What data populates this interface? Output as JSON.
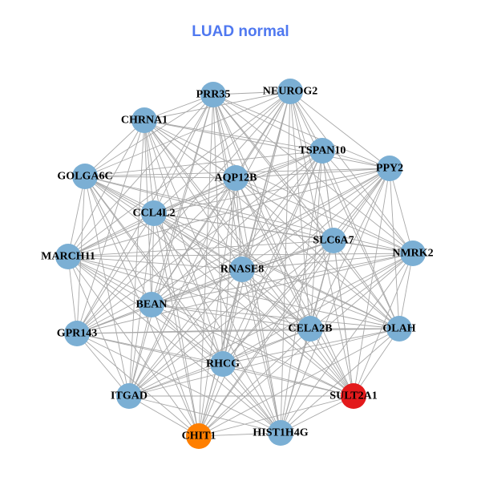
{
  "title": "LUAD normal",
  "colors": {
    "default_node": "#7bafd4",
    "edge": "#a8a8a8",
    "highlight_red": "#e31a1c",
    "highlight_orange": "#ff7f00",
    "title": "#4f78f0"
  },
  "nodes": [
    {
      "id": "PRR35",
      "color": "#7bafd4"
    },
    {
      "id": "NEUROG2",
      "color": "#7bafd4"
    },
    {
      "id": "CHRNA1",
      "color": "#7bafd4"
    },
    {
      "id": "TSPAN10",
      "color": "#7bafd4"
    },
    {
      "id": "PPY2",
      "color": "#7bafd4"
    },
    {
      "id": "GOLGA6C",
      "color": "#7bafd4"
    },
    {
      "id": "AQP12B",
      "color": "#7bafd4"
    },
    {
      "id": "CCL4L2",
      "color": "#7bafd4"
    },
    {
      "id": "SLC6A7",
      "color": "#7bafd4"
    },
    {
      "id": "NMRK2",
      "color": "#7bafd4"
    },
    {
      "id": "MARCH11",
      "color": "#7bafd4"
    },
    {
      "id": "RNASE8",
      "color": "#7bafd4"
    },
    {
      "id": "BEAN",
      "color": "#7bafd4"
    },
    {
      "id": "CELA2B",
      "color": "#7bafd4"
    },
    {
      "id": "OLAH",
      "color": "#7bafd4"
    },
    {
      "id": "GPR143",
      "color": "#7bafd4"
    },
    {
      "id": "RHCG",
      "color": "#7bafd4"
    },
    {
      "id": "ITGAD",
      "color": "#7bafd4"
    },
    {
      "id": "SULT2A1",
      "color": "#e31a1c"
    },
    {
      "id": "CHIT1",
      "color": "#ff7f00"
    },
    {
      "id": "HIST1H4G",
      "color": "#7bafd4"
    }
  ],
  "edges": "all-pairs"
}
